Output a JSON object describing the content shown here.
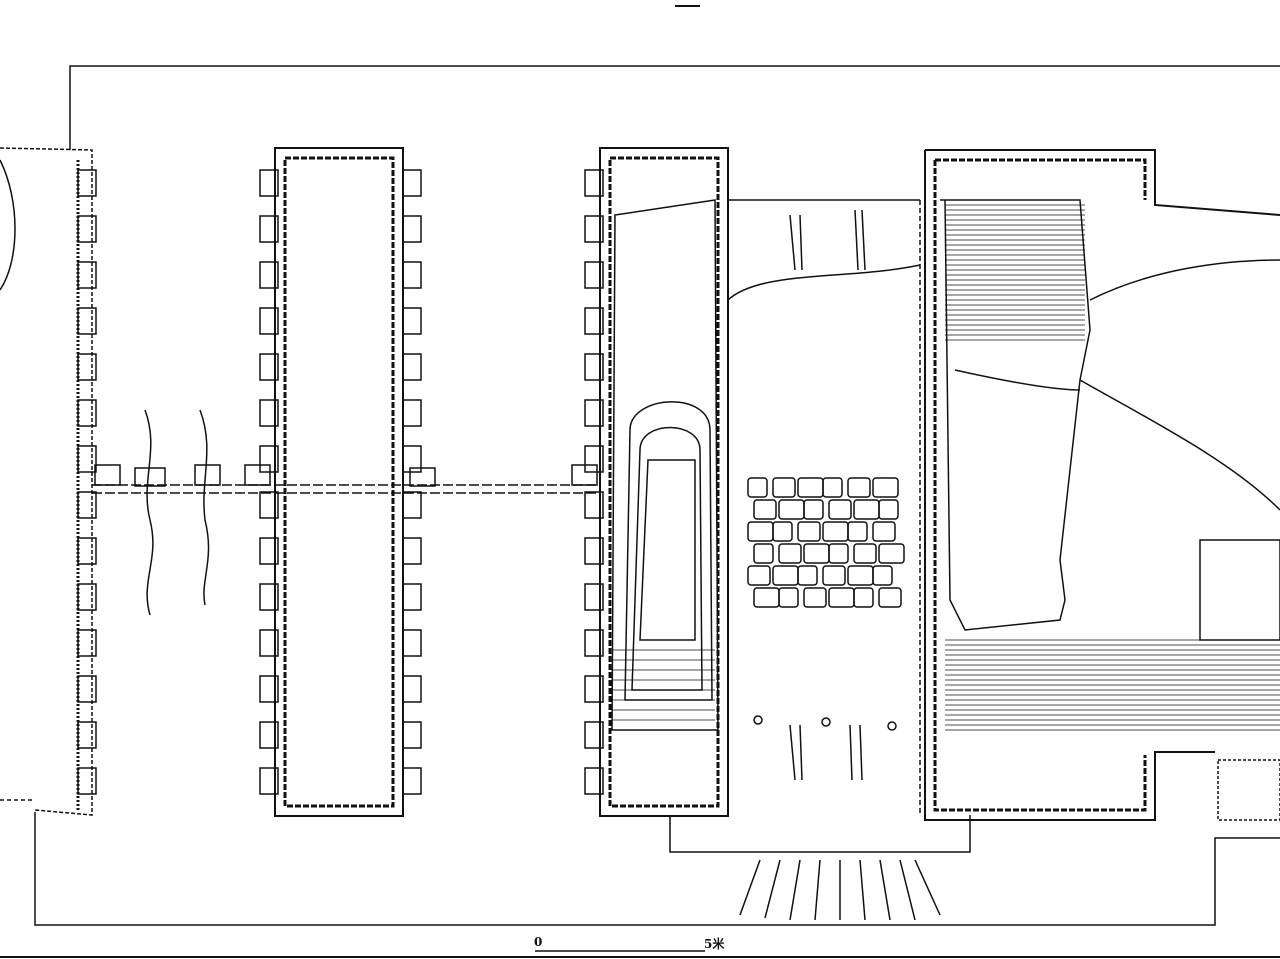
{
  "figure": {
    "type": "archaeological site plan",
    "scale_bar": {
      "start_label": "0",
      "end_label": "5米",
      "length_m": 5
    }
  },
  "colors": {
    "ink": "#111111",
    "paper": "#ffffff"
  }
}
